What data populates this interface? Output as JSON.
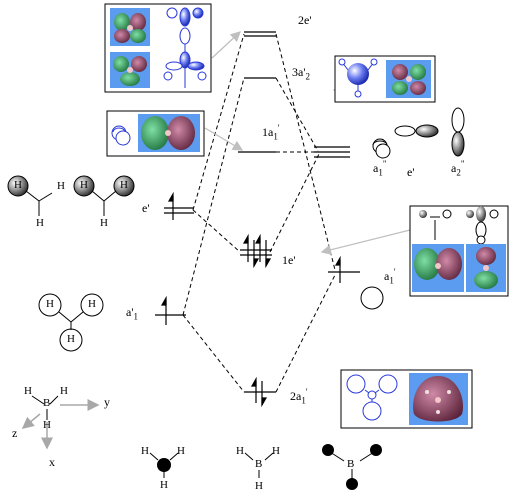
{
  "colors": {
    "orbital_green": "#2e9a55",
    "orbital_purple": "#8a3d5a",
    "orbital_blue": "#2a3ad8",
    "panel_blue": "#5b9bf0",
    "arrow_gray": "#bfbfbf"
  },
  "levels": {
    "two_e_prime": "2e'",
    "three_a2_prime": {
      "main": "3a'",
      "sub": "2"
    },
    "one_a1_prime": {
      "main": "1a",
      "sub": "1",
      "sup": "'"
    },
    "one_e_prime": "1e'",
    "two_a1_prime": {
      "main": "2a",
      "sub": "1",
      "sup": "'"
    }
  },
  "left_fragment": {
    "e_prime": "e'",
    "a1_prime": {
      "main": "a'",
      "sub": "1"
    }
  },
  "right_fragment": {
    "a1_double_prime": {
      "main": "a",
      "sub": "1",
      "sup": "\""
    },
    "e_prime": "e'",
    "a2_double_prime": {
      "main": "a",
      "sub": "2",
      "sup": "\""
    },
    "a1_prime": {
      "main": "a",
      "sub": "1",
      "sup": "'"
    }
  },
  "atoms": {
    "H": "H",
    "B": "B"
  },
  "axes": {
    "x": "x",
    "y": "y",
    "z": "z"
  }
}
